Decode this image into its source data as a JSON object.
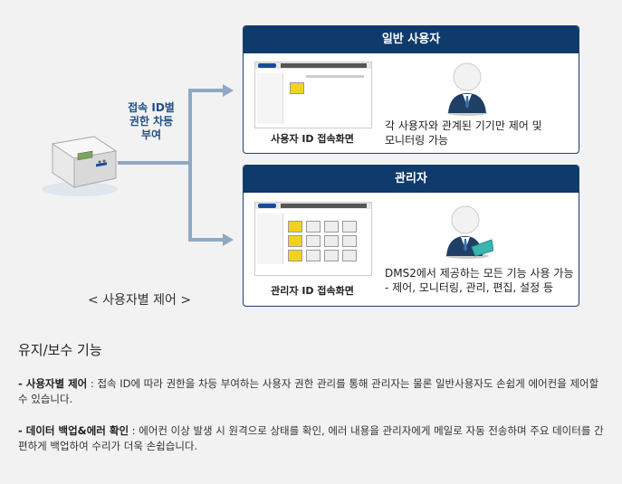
{
  "diagram": {
    "caption_lines": [
      "접속 ID별",
      "권한 차등",
      "부여"
    ],
    "control_label": "< 사용자별 제어 >"
  },
  "general_user": {
    "header": "일반 사용자",
    "screen_caption": "사용자 ID 접속화면",
    "desc_lines": [
      "각 사용자와 관계된 기기만 제어 및",
      "모니터링 가능"
    ]
  },
  "admin": {
    "header": "관리자",
    "screen_caption": "관리자 ID 접속화면",
    "desc_lines": [
      "DMS2에서 제공하는 모든 기능 사용 가능",
      "- 제어, 모니터링, 관리, 편집, 설정 등"
    ]
  },
  "section": {
    "title": "유지/보수 기능",
    "items": [
      {
        "label": "- 사용자별 제어",
        "sep": " : ",
        "text": "접속 ID에 따라 권한을 차등 부여하는 사용자 권한 관리를 통해 관리자는 물론 일반사용자도 손쉽게 에어컨을 제어할 수 있습니다."
      },
      {
        "label": "- 데이터 백업&에러 확인",
        "sep": " : ",
        "text": "에어컨 이상 발생 시 원격으로 상태를 확인, 에러 내용을 관리자에게 메일로 자동 전송하며 주요 데이터를 간편하게 백업하여 수리가 더욱 손쉽습니다."
      }
    ]
  },
  "colors": {
    "panel_header": "#0e3a6c",
    "arrow": "#8fa9c4",
    "caption": "#1f4f87"
  }
}
